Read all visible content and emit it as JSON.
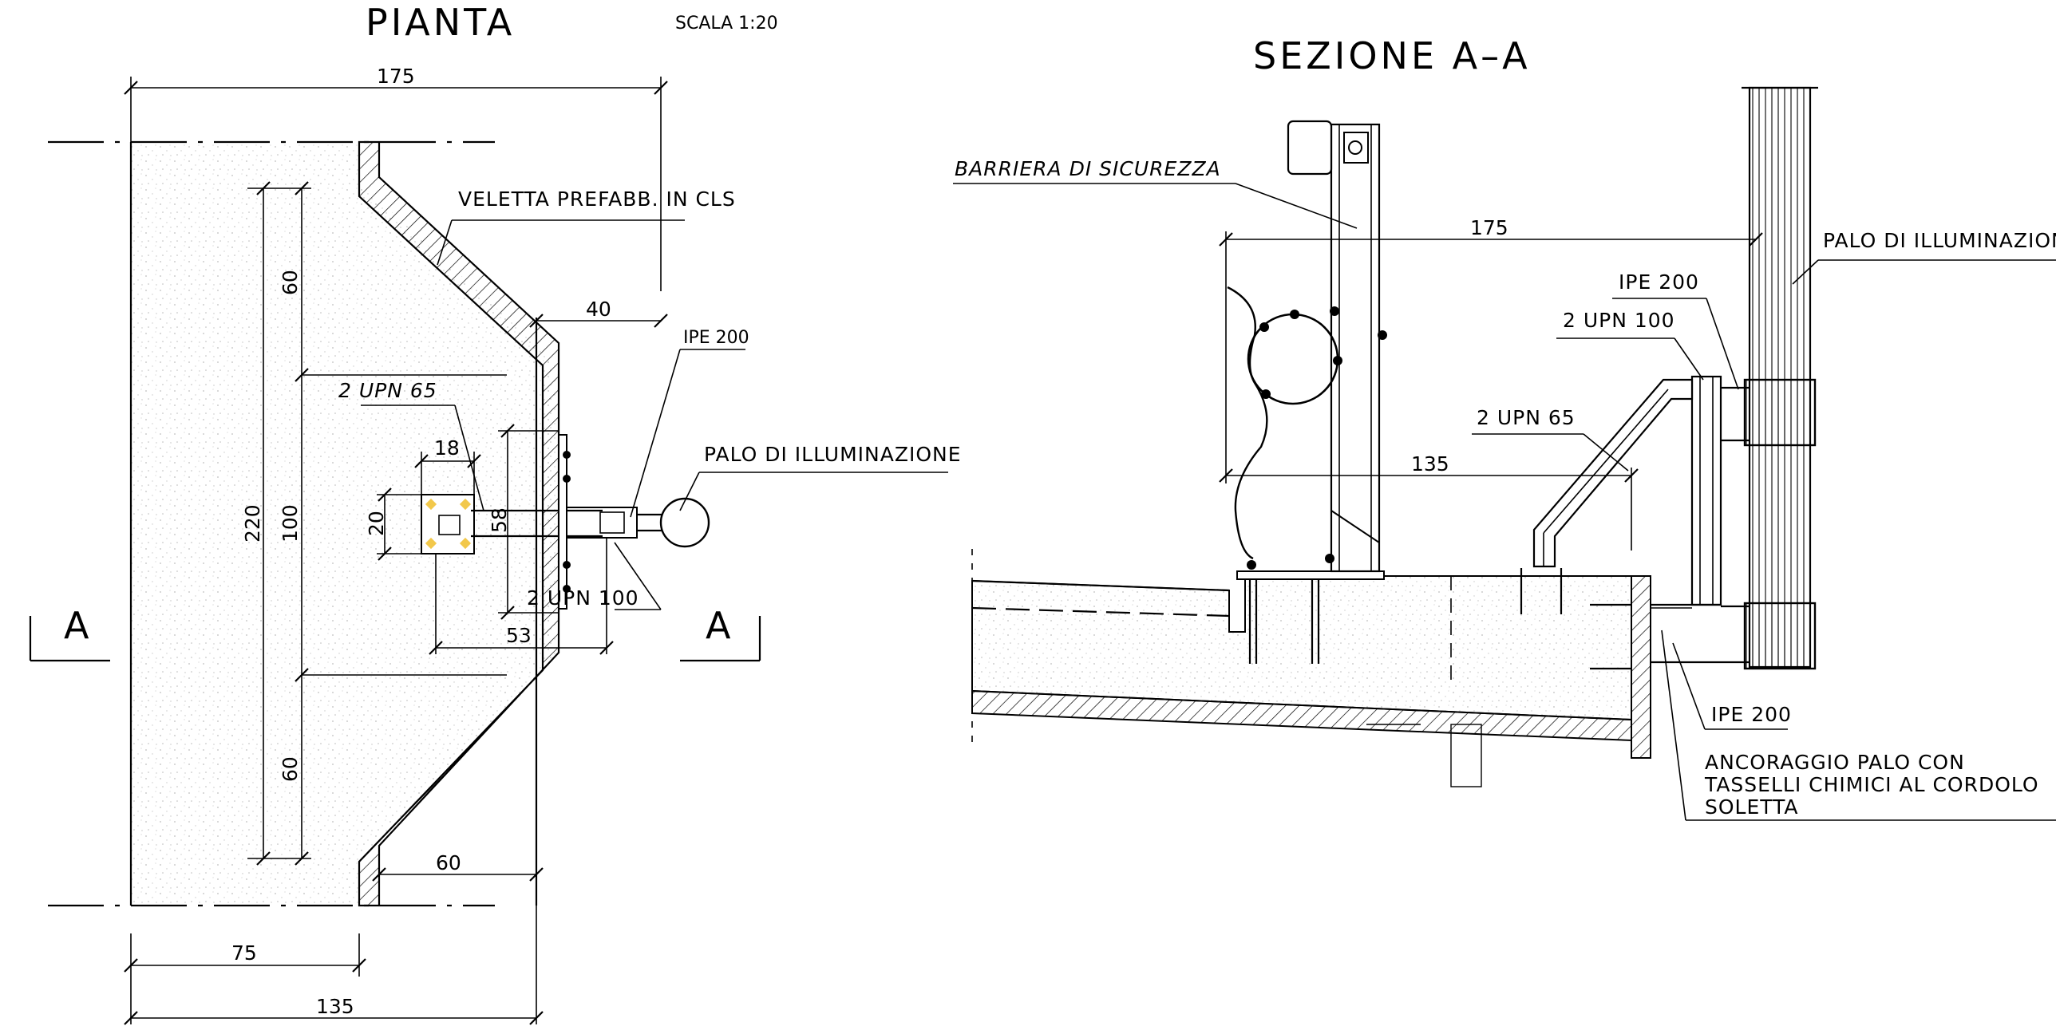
{
  "plan": {
    "title": "PIANTA",
    "scale": "SCALA 1:20",
    "labels": {
      "veletta": "VELETTA PREFABB. IN CLS",
      "ipe": "IPE 200",
      "upn65": "2 UPN 65",
      "palo": "PALO DI ILLUMINAZIONE",
      "upn100": "2 UPN 100"
    },
    "dims": {
      "top": "175",
      "d40": "40",
      "d60a": "60",
      "d100": "100",
      "d60b": "60",
      "d220": "220",
      "d18": "18",
      "d20": "20",
      "d58": "58",
      "d53": "53",
      "d60c": "60",
      "d75": "75",
      "d135": "135"
    },
    "section_marks": [
      "A",
      "A"
    ]
  },
  "section": {
    "title": "SEZIONE A–A",
    "labels": {
      "barriera": "BARRIERA DI SICUREZZA",
      "palo": "PALO DI ILLUMINAZIONE",
      "ipe_top": "IPE 200",
      "upn100": "2 UPN 100",
      "upn65": "2 UPN 65",
      "ipe_bottom": "IPE 200",
      "anc1": "ANCORAGGIO PALO CON",
      "anc2": "TASSELLI CHIMICI AL CORDOLO",
      "anc3": "SOLETTA"
    },
    "dims": {
      "d175": "175",
      "d135": "135"
    }
  },
  "colors": {
    "line": "#000000",
    "stipple": "#bdbdbd",
    "bolt_marker": "#f2c84b"
  }
}
